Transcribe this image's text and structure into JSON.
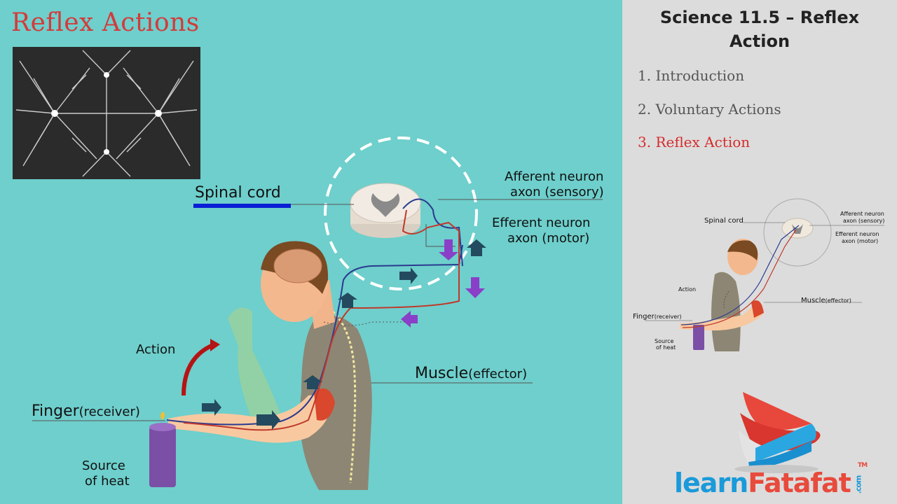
{
  "main": {
    "title": "Reflex Actions",
    "labels": {
      "spinal_cord": "Spinal cord",
      "afferent_line1": "Afferent neuron",
      "afferent_line2": "axon (sensory)",
      "efferent_line1": "Efferent neuron",
      "efferent_line2": "axon (motor)",
      "action": "Action",
      "muscle": "Muscle",
      "muscle_sub": "(effector)",
      "finger": "Finger",
      "finger_sub": "(receiver)",
      "source_line1": "Source",
      "source_line2": "of heat"
    },
    "colors": {
      "background": "#6ecfcc",
      "title": "#d33b3b",
      "sensory": "#2b3a8f",
      "motor": "#c0392b",
      "arrow_dark": "#234a5e",
      "arrow_purple": "#8a3fc8"
    }
  },
  "sidebar": {
    "heading": "Science 11.5 – Reflex Action",
    "items": [
      {
        "label": "1. Introduction",
        "active": false
      },
      {
        "label": "2. Voluntary Actions",
        "active": false
      },
      {
        "label": "3. Reflex Action",
        "active": true
      }
    ],
    "mini_labels": {
      "spinal_cord": "Spinal cord",
      "afferent1": "Afferent neuron",
      "afferent2": "axon (sensory)",
      "efferent1": "Efferent neuron",
      "efferent2": "axon (motor)",
      "action": "Action",
      "muscle": "Muscle",
      "muscle_sub": "(effector)",
      "finger": "Finger",
      "finger_sub": "(receiver)",
      "source1": "Source",
      "source2": "of heat"
    }
  },
  "logo": {
    "part1": "learn",
    "part2": "Fatafat",
    "tm": "TM",
    "com": ".com"
  }
}
